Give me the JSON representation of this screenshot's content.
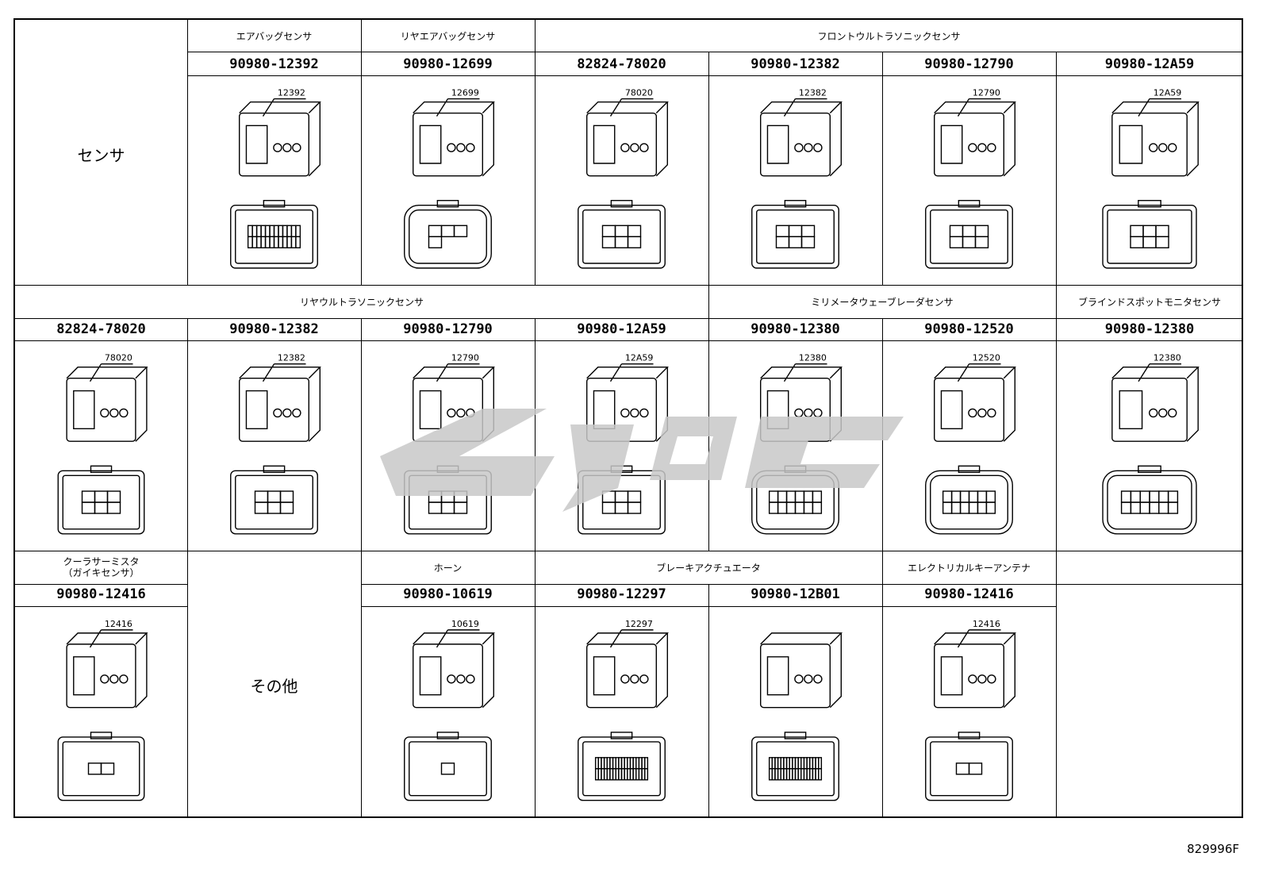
{
  "row1": {
    "side_label": "センサ",
    "cats": [
      {
        "label": "エアバッグセンサ"
      },
      {
        "label": "リヤエアバッグセンサ"
      },
      {
        "label": "フロントウルトラソニックセンサ"
      }
    ],
    "pns": [
      "90980-12392",
      "90980-12699",
      "82824-78020",
      "90980-12382",
      "90980-12790",
      "90980-12A59"
    ],
    "callouts": [
      "12392",
      "12699",
      "78020",
      "12382",
      "12790",
      "12A59"
    ]
  },
  "row2": {
    "cats": [
      {
        "label": "リヤウルトラソニックセンサ"
      },
      {
        "label": "ミリメータウェーブレーダセンサ"
      },
      {
        "label": "ブラインドスポットモニタセンサ"
      }
    ],
    "pns": [
      "82824-78020",
      "90980-12382",
      "90980-12790",
      "90980-12A59",
      "90980-12380",
      "90980-12520",
      "90980-12380"
    ],
    "callouts": [
      "78020",
      "12382",
      "12790",
      "12A59",
      "12380",
      "12520",
      "12380"
    ]
  },
  "row3": {
    "side_label": "その他",
    "cats": [
      {
        "label": "クーラサーミスタ\n（ガイキセンサ）"
      },
      {
        "label": "ホーン"
      },
      {
        "label": "ブレーキアクチュエータ"
      },
      {
        "label": "エレクトリカルキーアンテナ"
      }
    ],
    "pns": [
      "90980-12416",
      "90980-10619",
      "90980-12297",
      "90980-12B01",
      "90980-12416"
    ],
    "callouts": [
      "12416",
      "10619",
      "12297",
      "12416"
    ]
  },
  "footer_code": "829996F",
  "colors": {
    "line": "#000000",
    "watermark": "#c8c8c8"
  },
  "icons": [
    "connector-housing-icon",
    "connector-face-icon",
    "watermark-logo-icon"
  ]
}
